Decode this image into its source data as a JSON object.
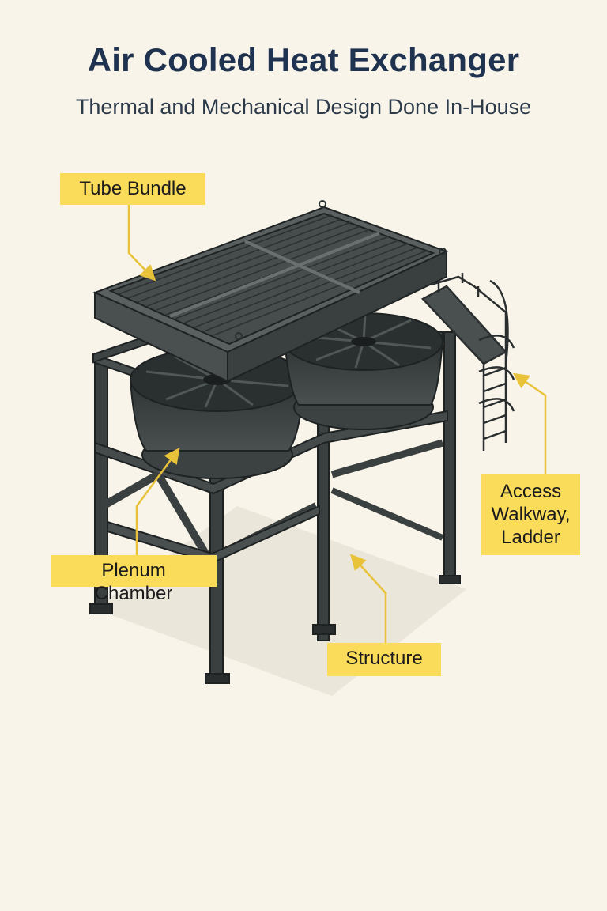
{
  "header": {
    "title": "Air Cooled Heat Exchanger",
    "subtitle": "Thermal and Mechanical Design Done In-House"
  },
  "callouts": {
    "tube_bundle": "Tube Bundle",
    "plenum_chamber": "Plenum Chamber",
    "structure": "Structure",
    "access": "Access Walkway, Ladder"
  },
  "colors": {
    "background": "#f8f4ea",
    "title": "#1f3250",
    "label_fill": "#fadc5a",
    "leader_line": "#e8c238",
    "steel": "#3a3f3f",
    "steel_light": "#5a6060",
    "steel_dark": "#222626"
  }
}
